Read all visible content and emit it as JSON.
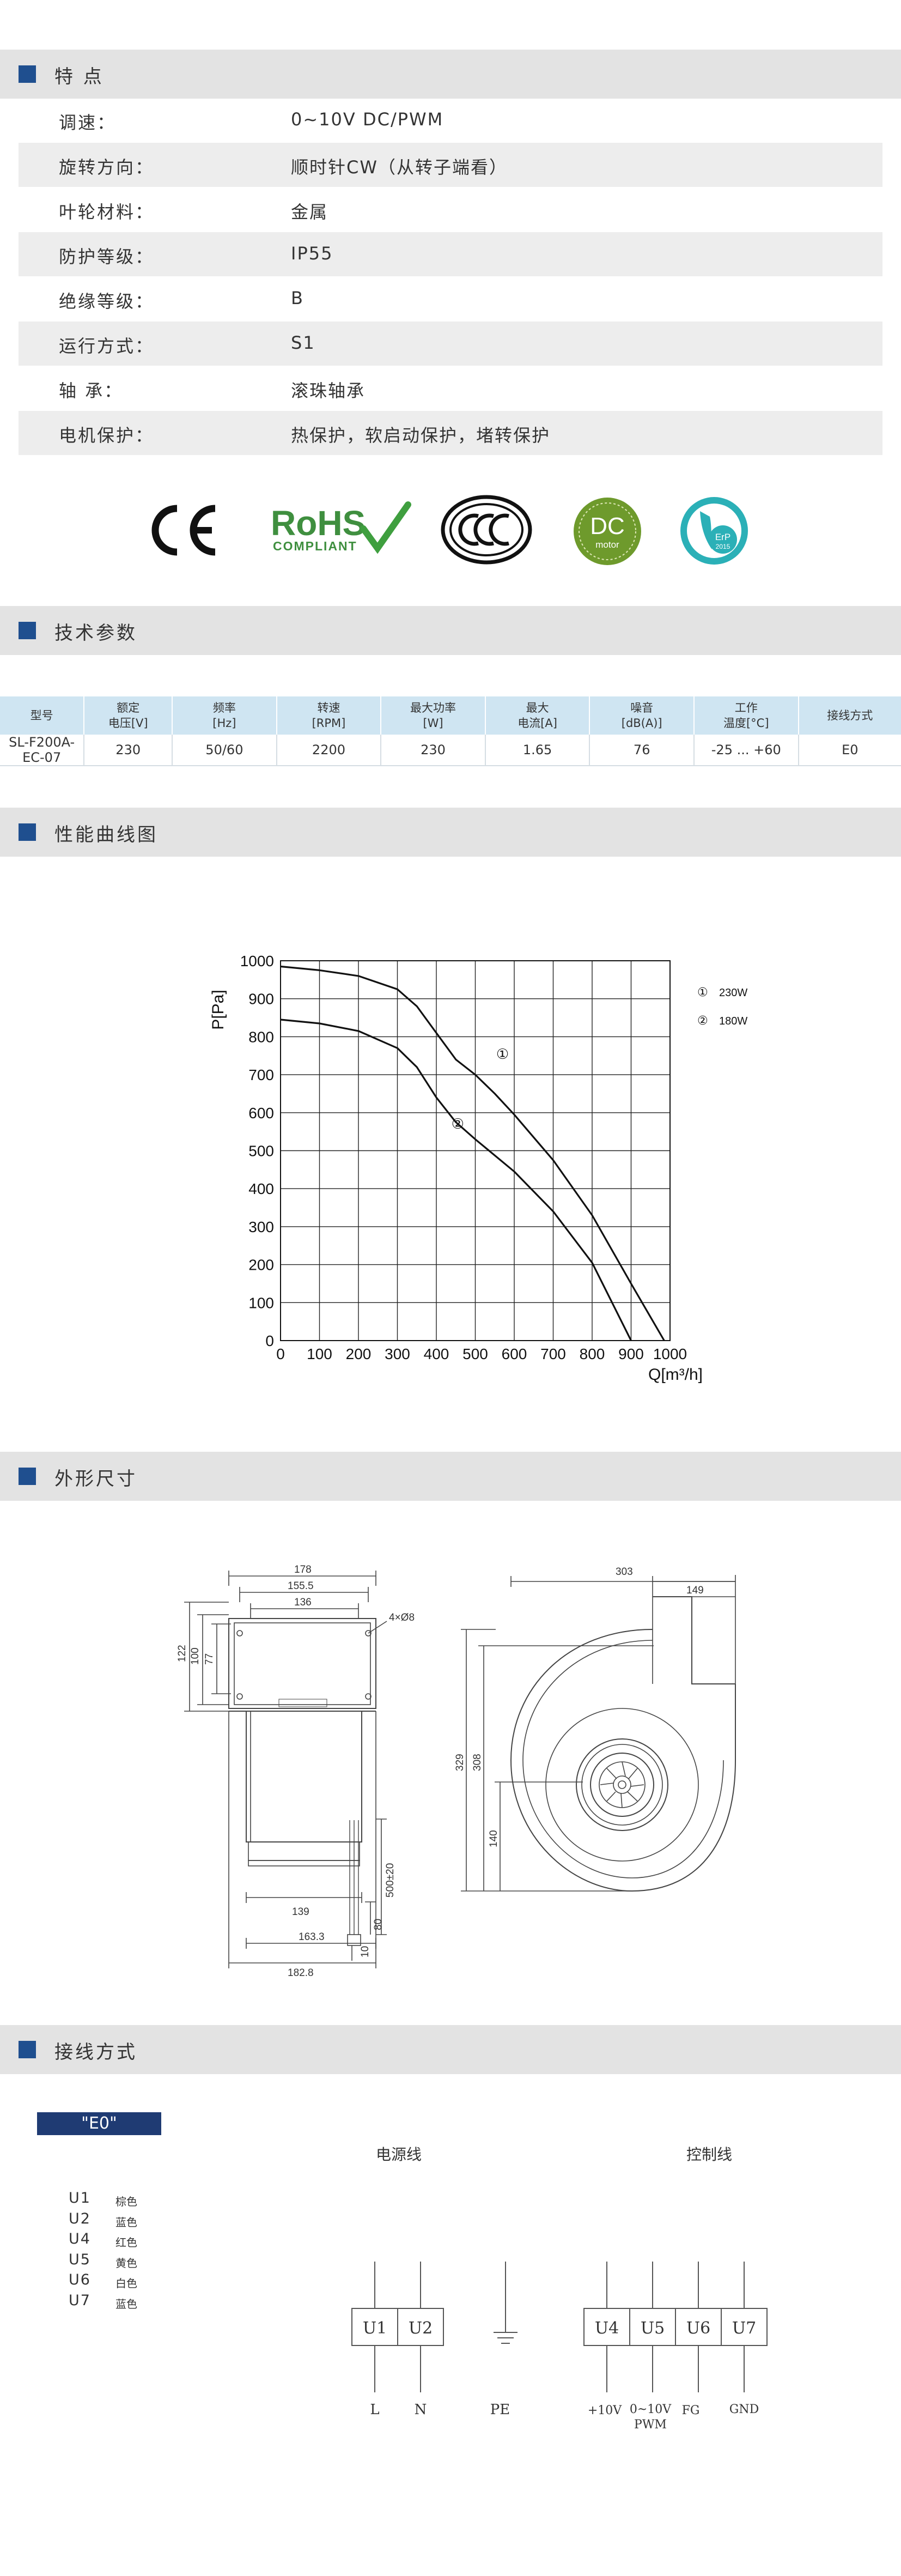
{
  "sections": {
    "features": "特 点",
    "tech": "技术参数",
    "curve": "性能曲线图",
    "dimensions": "外形尺寸",
    "wiring": "接线方式"
  },
  "features": [
    {
      "label": "调速：",
      "value": "0~10V DC/PWM"
    },
    {
      "label": "旋转方向：",
      "value": "顺时针CW（从转子端看）"
    },
    {
      "label": "叶轮材料：",
      "value": "金属"
    },
    {
      "label": "防护等级：",
      "value": "IP55"
    },
    {
      "label": "绝缘等级：",
      "value": "B"
    },
    {
      "label": "运行方式：",
      "value": "S1"
    },
    {
      "label": "轴 承：",
      "value": "滚珠轴承"
    },
    {
      "label": "电机保护：",
      "value": "热保护，软启动保护，堵转保护"
    }
  ],
  "certs": {
    "ce": "CE",
    "rohs": "RoHS",
    "rohs_sub": "COMPLIANT",
    "dc": "DC",
    "dc_sub": "motor",
    "erp": "ErP",
    "erp_year": "2015"
  },
  "spec_table": {
    "headers": [
      [
        "型号",
        ""
      ],
      [
        "额定",
        "电压[V]"
      ],
      [
        "频率",
        "[Hz]"
      ],
      [
        "转速",
        "[RPM]"
      ],
      [
        "最大功率",
        "[W]"
      ],
      [
        "最大",
        "电流[A]"
      ],
      [
        "噪音",
        "[dB(A)]"
      ],
      [
        "工作",
        "温度[°C]"
      ],
      [
        "接线方式",
        ""
      ]
    ],
    "row": [
      "SL-F200A-EC-07",
      "230",
      "50/60",
      "2200",
      "230",
      "1.65",
      "76",
      "-25 ... +60",
      "E0"
    ]
  },
  "chart_data": {
    "type": "line",
    "xlabel": "Q[m³/h]",
    "ylabel": "P[Pa]",
    "xlim": [
      0,
      1000
    ],
    "ylim": [
      0,
      1000
    ],
    "xticks": [
      "0",
      "100",
      "200",
      "300",
      "400",
      "500",
      "600",
      "700",
      "800",
      "900",
      "1000"
    ],
    "yticks": [
      "0",
      "100",
      "200",
      "300",
      "400",
      "500",
      "600",
      "700",
      "800",
      "900",
      "1000"
    ],
    "grid": true,
    "legend_position": "right",
    "series": [
      {
        "marker": "①",
        "name": "230W",
        "x": [
          0,
          100,
          200,
          300,
          350,
          400,
          450,
          500,
          550,
          600,
          700,
          800,
          900,
          985
        ],
        "y": [
          985,
          975,
          960,
          925,
          880,
          810,
          740,
          700,
          650,
          595,
          475,
          330,
          150,
          0
        ]
      },
      {
        "marker": "②",
        "name": "180W",
        "x": [
          0,
          100,
          200,
          300,
          350,
          400,
          450,
          500,
          600,
          700,
          800,
          900
        ],
        "y": [
          845,
          835,
          815,
          770,
          720,
          640,
          575,
          530,
          445,
          340,
          205,
          0
        ]
      }
    ]
  },
  "dimensions": {
    "front": [
      "178",
      "155.5",
      "136",
      "4×Ø8",
      "122",
      "100",
      "77",
      "139",
      "163.3",
      "182.8",
      "500±20",
      "80",
      "10"
    ],
    "side": [
      "303",
      "149",
      "329",
      "308",
      "140"
    ]
  },
  "wiring": {
    "code": "\"E0\"",
    "colors": [
      {
        "terminal": "U1",
        "color": "棕色"
      },
      {
        "terminal": "U2",
        "color": "蓝色"
      },
      {
        "terminal": "U4",
        "color": "红色"
      },
      {
        "terminal": "U5",
        "color": "黄色"
      },
      {
        "terminal": "U6",
        "color": "白色"
      },
      {
        "terminal": "U7",
        "color": "蓝色"
      }
    ],
    "power_title": "电源线",
    "control_title": "控制线",
    "power_terminals": [
      "U1",
      "U2"
    ],
    "power_labels": [
      "L",
      "N",
      "PE"
    ],
    "control_terminals": [
      "U4",
      "U5",
      "U6",
      "U7"
    ],
    "control_labels": [
      "+10V",
      "0~10V",
      "FG",
      "GND"
    ],
    "pwm_label": "PWM"
  }
}
